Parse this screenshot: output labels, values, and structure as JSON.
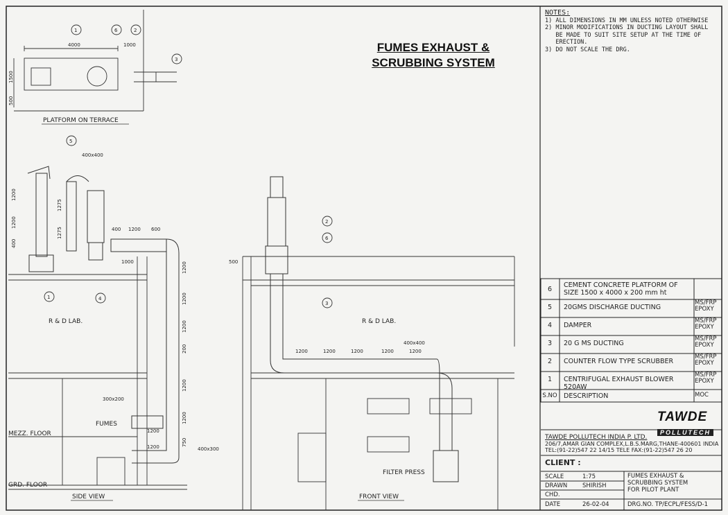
{
  "title": {
    "line1": "FUMES EXHAUST &",
    "line2": "SCRUBBING SYSTEM"
  },
  "notes": {
    "heading": "NOTES:",
    "items": [
      "1) ALL DIMENSIONS IN MM UNLESS NOTED OTHERWISE",
      "2) MINOR MODIFICATIONS IN DUCTING LAYOUT SHALL",
      "   BE MADE TO SUIT SITE SETUP AT THE TIME OF",
      "   ERECTION.",
      "3) DO NOT SCALE THE DRG."
    ]
  },
  "bom": {
    "header": {
      "no": "S.NO",
      "desc": "DESCRIPTION",
      "moc": "MOC"
    },
    "rows": [
      {
        "no": "6",
        "desc": "CEMENT CONCRETE PLATFORM OF SIZE 1500 x 4000 x 200 mm ht",
        "moc": ""
      },
      {
        "no": "5",
        "desc": "20GMS DISCHARGE DUCTING",
        "moc": "MS/FRP EPOXY"
      },
      {
        "no": "4",
        "desc": "DAMPER",
        "moc": "MS/FRP EPOXY"
      },
      {
        "no": "3",
        "desc": "20 G MS DUCTING",
        "moc": "MS/FRP EPOXY"
      },
      {
        "no": "2",
        "desc": "COUNTER FLOW TYPE SCRUBBER",
        "moc": "MS/FRP EPOXY"
      },
      {
        "no": "1",
        "desc": "CENTRIFUGAL EXHAUST BLOWER 520AW",
        "moc": "MS/FRP EPOXY"
      }
    ]
  },
  "logo": {
    "top": "TAWDE",
    "bottom": "POLLUTECH"
  },
  "company": {
    "name": "TAWDE POLLUTECH INDIA P. LTD.",
    "address": "206/7,AMAR GIAN COMPLEX,L.B.S.MARG,THANE-400601 INDIA",
    "tel": "TEL:(91-22)547 22 14/15 TELE FAX:(91-22)547 26 20"
  },
  "client_label": "CLIENT :",
  "titleblock": {
    "scale_label": "SCALE",
    "scale": "1:75",
    "drawn_label": "DRAWN",
    "drawn": "SHIRISH",
    "chd_label": "CHD.",
    "chd": "",
    "date_label": "DATE",
    "date": "26-02-04",
    "drawing_title": [
      "FUMES EXHAUST &",
      "SCRUBBING SYSTEM",
      "FOR PILOT PLANT"
    ],
    "drg_no": "DRG.NO. TP/ECPL/FESS/D-1"
  },
  "views": {
    "platform": "PLATFORM ON TERRACE",
    "side": "SIDE VIEW",
    "front": "FRONT VIEW",
    "rd_lab": "R & D LAB.",
    "mezz": "MEZZ. FLOOR",
    "grd": "GRD. FLOOR",
    "fumes": "FUMES",
    "filter_press": "FILTER PRESS"
  },
  "dims": {
    "d4000": "4000",
    "d1000": "1000",
    "d1500": "1500",
    "d500": "500",
    "d400x400": "400x400",
    "d1200": "1200",
    "d1275": "1275",
    "d400": "400",
    "d600": "600",
    "d300x200": "300x200",
    "d400x300": "400x300",
    "d750": "750",
    "d200": "200"
  },
  "callouts": [
    "1",
    "2",
    "3",
    "4",
    "5",
    "6"
  ]
}
